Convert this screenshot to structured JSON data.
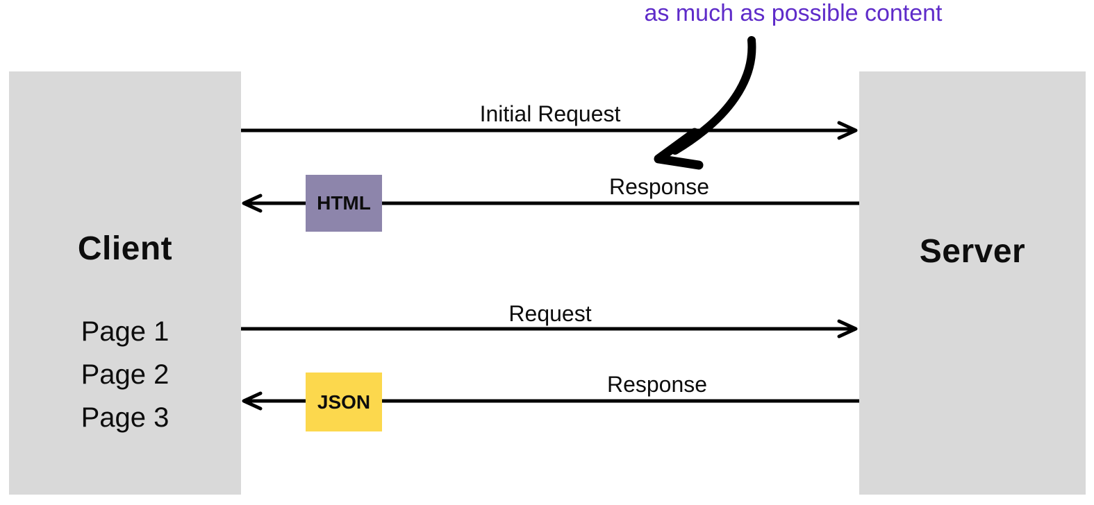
{
  "note": {
    "text": "as much as possible content"
  },
  "client": {
    "title": "Client",
    "pages": [
      "Page 1",
      "Page 2",
      "Page 3"
    ]
  },
  "server": {
    "title": "Server"
  },
  "flows": [
    {
      "label": "Initial Request",
      "direction": "right",
      "payload": null
    },
    {
      "label": "Response",
      "direction": "left",
      "payload": "HTML"
    },
    {
      "label": "Request",
      "direction": "right",
      "payload": null
    },
    {
      "label": "Response",
      "direction": "left",
      "payload": "JSON"
    }
  ],
  "colors": {
    "actor_box_gray": "#d9d9d9",
    "html_badge_purple": "#8d85ab",
    "json_badge_yellow": "#fcd84d",
    "note_purple": "#5e2bc9",
    "arrow_black": "#000000"
  }
}
